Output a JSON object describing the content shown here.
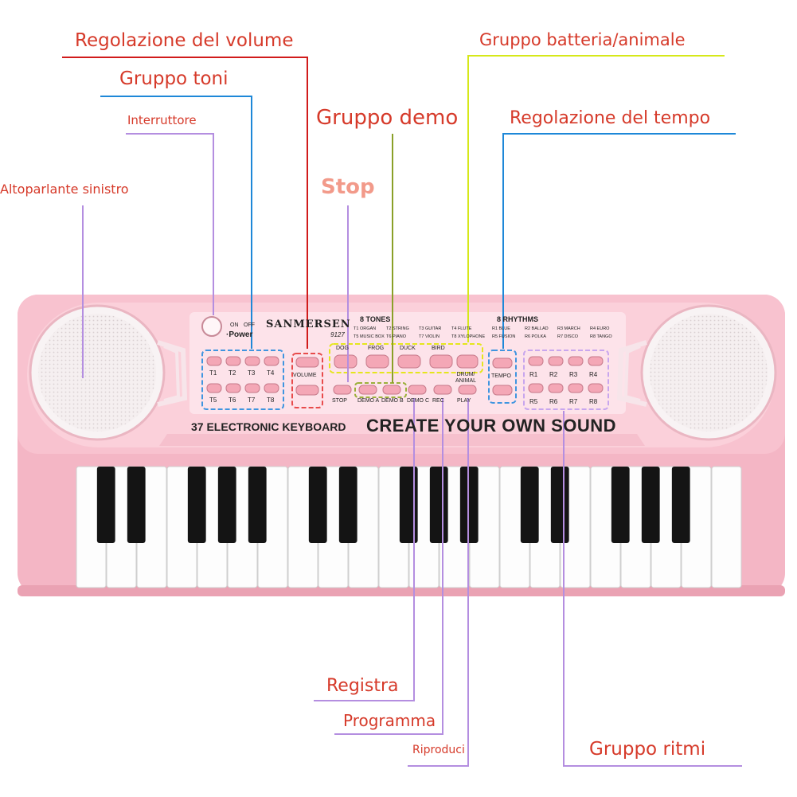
{
  "callouts": {
    "volume": {
      "text": "Regolazione del volume",
      "color": "#d63a2a"
    },
    "tones": {
      "text": "Gruppo toni",
      "color": "#d63a2a"
    },
    "switch": {
      "text": "Interruttore",
      "color": "#d63a2a"
    },
    "left_speaker": {
      "text": "Altoparlante sinistro",
      "color": "#d63a2a"
    },
    "demo": {
      "text": "Gruppo demo",
      "color": "#d63a2a"
    },
    "stop": {
      "text": "Stop",
      "color": "#f29a8a"
    },
    "drum_animal": {
      "text": "Gruppo batteria/animale",
      "color": "#d63a2a"
    },
    "tempo": {
      "text": "Regolazione del tempo",
      "color": "#d63a2a"
    },
    "record": {
      "text": "Registra",
      "color": "#d63a2a"
    },
    "program": {
      "text": "Programma",
      "color": "#d63a2a"
    },
    "play": {
      "text": "Riproduci",
      "color": "#d63a2a"
    },
    "rhythms": {
      "text": "Gruppo ritmi",
      "color": "#d63a2a"
    }
  },
  "line_colors": {
    "red": "#d11b1b",
    "blue": "#1e88d8",
    "purple": "#b48ee0",
    "olive": "#8aa028",
    "yellow": "#d6e81a"
  },
  "panel": {
    "brand": "SANMERSEN",
    "model": "9127",
    "power_on": "ON",
    "power_off": "OFF",
    "power_label": "·Power",
    "tones_header": "8 TONES",
    "tones_list": [
      "T1 ORGAN",
      "T2 STRING",
      "T3 GUITAR",
      "T4 FLUTE",
      "T5 MUSIC BOX",
      "T6 PIANO",
      "T7 VIOLIN",
      "T8 XYLOPHONE"
    ],
    "rhythms_header": "8 RHYTHMS",
    "rhythms_list": [
      "R1 BLUE",
      "R2 BALLAD",
      "R3 MARCH",
      "R4 EURO",
      "R5 FUSION",
      "R6 POLKA",
      "R7 DISCO",
      "R8 TANGO"
    ],
    "tone_buttons": [
      "T1",
      "T2",
      "T3",
      "T4",
      "T5",
      "T6",
      "T7",
      "T8"
    ],
    "volume_label": "VOLUME",
    "animal_labels": [
      "DOG",
      "FROG",
      "DUCK",
      "BIRD"
    ],
    "drum_animal_label": "DRUM/\nANIMAL",
    "bottom_buttons": [
      "STOP",
      "DEMO A",
      "DEMO B",
      "DEMO C",
      "REC",
      "PLAY"
    ],
    "tempo_label": "TEMPO",
    "rhythm_buttons": [
      "R1",
      "R2",
      "R3",
      "R4",
      "R5",
      "R6",
      "R7",
      "R8"
    ],
    "model_text": "37 ELECTRONIC KEYBOARD",
    "slogan": "CREATE YOUR OWN SOUND"
  },
  "colors": {
    "body": "#f6b9c8",
    "body_dark": "#ee9fb1",
    "body_light": "#fcd6df",
    "speaker": "#f7f2f3",
    "accent_red": "#e84b4b",
    "accent_blue": "#3f95e0",
    "accent_purple": "#c8a6ee",
    "accent_yellow": "#e5e61c"
  },
  "keyboard": {
    "white_keys": 22
  }
}
